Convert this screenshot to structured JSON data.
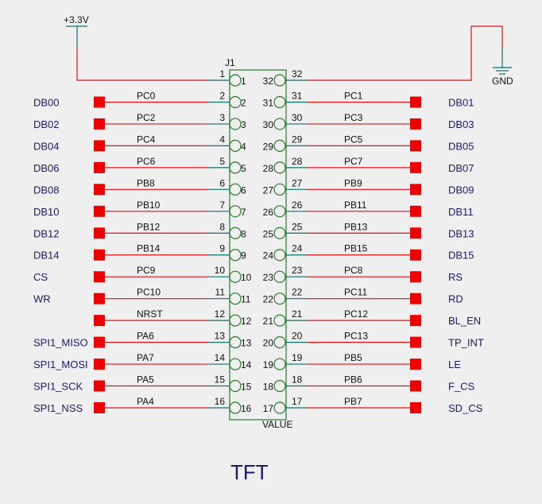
{
  "power": {
    "vcc_label": "+3.3V",
    "gnd_label": "GND"
  },
  "connector": {
    "ref": "J1",
    "value": "VALUE"
  },
  "title": "TFT",
  "left_pins": [
    {
      "pin": "1",
      "net": "",
      "signal": ""
    },
    {
      "pin": "2",
      "net": "PC0",
      "signal": "DB00"
    },
    {
      "pin": "3",
      "net": "PC2",
      "signal": "DB02"
    },
    {
      "pin": "4",
      "net": "PC4",
      "signal": "DB04"
    },
    {
      "pin": "5",
      "net": "PC6",
      "signal": "DB06"
    },
    {
      "pin": "6",
      "net": "PB8",
      "signal": "DB08"
    },
    {
      "pin": "7",
      "net": "PB10",
      "signal": "DB10"
    },
    {
      "pin": "8",
      "net": "PB12",
      "signal": "DB12"
    },
    {
      "pin": "9",
      "net": "PB14",
      "signal": "DB14"
    },
    {
      "pin": "10",
      "net": "PC9",
      "signal": "CS"
    },
    {
      "pin": "11",
      "net": "PC10",
      "signal": "WR"
    },
    {
      "pin": "12",
      "net": "NRST",
      "signal": ""
    },
    {
      "pin": "13",
      "net": "PA6",
      "signal": "SPI1_MISO"
    },
    {
      "pin": "14",
      "net": "PA7",
      "signal": "SPI1_MOSI"
    },
    {
      "pin": "15",
      "net": "PA5",
      "signal": "SPI1_SCK"
    },
    {
      "pin": "16",
      "net": "PA4",
      "signal": "SPI1_NSS"
    }
  ],
  "right_pins": [
    {
      "pin": "32",
      "net": "",
      "signal": ""
    },
    {
      "pin": "31",
      "net": "PC1",
      "signal": "DB01"
    },
    {
      "pin": "30",
      "net": "PC3",
      "signal": "DB03"
    },
    {
      "pin": "29",
      "net": "PC5",
      "signal": "DB05"
    },
    {
      "pin": "28",
      "net": "PC7",
      "signal": "DB07"
    },
    {
      "pin": "27",
      "net": "PB9",
      "signal": "DB09"
    },
    {
      "pin": "26",
      "net": "PB11",
      "signal": "DB11"
    },
    {
      "pin": "25",
      "net": "PB13",
      "signal": "DB13"
    },
    {
      "pin": "24",
      "net": "PB15",
      "signal": "DB15"
    },
    {
      "pin": "23",
      "net": "PC8",
      "signal": "RS"
    },
    {
      "pin": "22",
      "net": "PC11",
      "signal": "RD"
    },
    {
      "pin": "21",
      "net": "PC12",
      "signal": "BL_EN"
    },
    {
      "pin": "20",
      "net": "PC13",
      "signal": "TP_INT"
    },
    {
      "pin": "19",
      "net": "PB5",
      "signal": "LE"
    },
    {
      "pin": "18",
      "net": "PB6",
      "signal": "F_CS"
    },
    {
      "pin": "17",
      "net": "PB7",
      "signal": "SD_CS"
    }
  ],
  "colors": {
    "wire": "#e01010",
    "pin": "#0a7070",
    "body": "#2a7a2a",
    "port": "#ee0000"
  }
}
